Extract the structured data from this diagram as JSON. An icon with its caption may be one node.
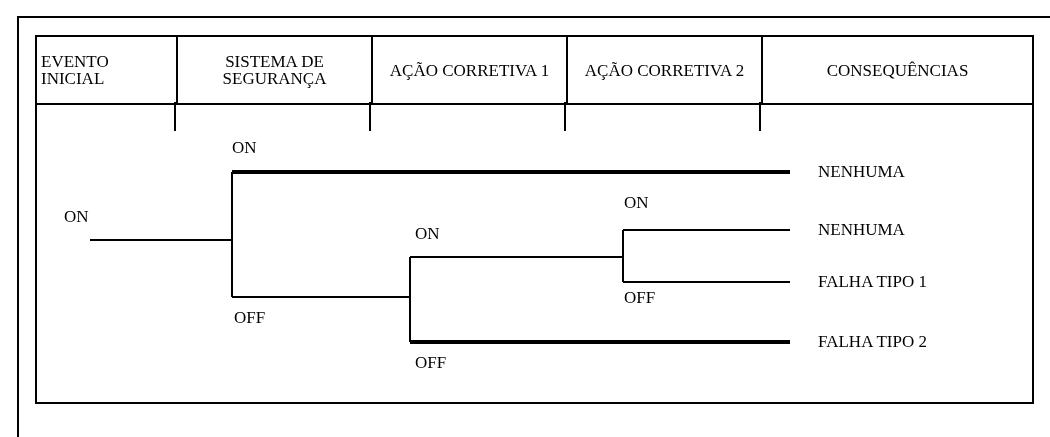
{
  "diagram": {
    "nodes": [
      {
        "text": [
          "NENHUMA"
        ]
      },
      {
        "text": [
          "NENHUMA"
        ]
      },
      {
        "text": [
          "FALHA TIPO 1"
        ]
      },
      {
        "text": [
          "FALHA TIPO 2"
        ]
      }
    ],
    "edges": [
      {
        "from": null,
        "to": 0,
        "arrow": "none",
        "label": "ON",
        "style": "thick"
      },
      {
        "from": null,
        "to": 1,
        "arrow": "none",
        "label": "ON"
      },
      {
        "from": null,
        "to": 2,
        "arrow": "none",
        "label": "OFF"
      },
      {
        "from": null,
        "to": 3,
        "arrow": "none",
        "label": "OFF",
        "style": "thick"
      }
    ],
    "labels": [
      "EVENTO INICIAL",
      "SISTEMA DE SEGURANÇA",
      "AÇÃO CORRETIVA 1",
      "AÇÃO CORRETIVA 2",
      "CONSEQUÊNCIAS",
      "ON",
      "ON",
      "OFF"
    ]
  }
}
